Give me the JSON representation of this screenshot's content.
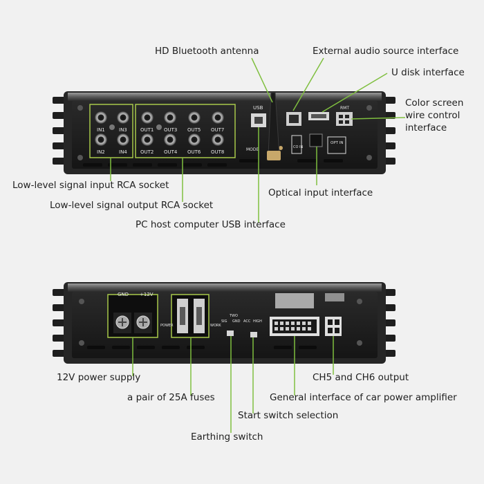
{
  "top_panel": {
    "silkscreen": {
      "in1": "IN1",
      "in2": "IN2",
      "in3": "IN3",
      "in4": "IN4",
      "out1": "OUT1",
      "out2": "OUT2",
      "out3": "OUT3",
      "out4": "OUT4",
      "out5": "OUT5",
      "out6": "OUT6",
      "out7": "OUT7",
      "out8": "OUT8",
      "usb": "USB",
      "rmt": "RMT",
      "co_in": "CO IN",
      "opt_in": "OPT IN",
      "mode": "MODE"
    }
  },
  "bottom_panel": {
    "silkscreen": {
      "gnd": "GND",
      "v12": "+12V",
      "power": "POWER",
      "work": "WORK",
      "two": "TWO",
      "sig": "SIG",
      "gnd2": "GND",
      "acc": "ACC",
      "high": "HIGH"
    }
  },
  "callouts": {
    "bluetooth": "HD Bluetooth antenna",
    "ext_audio": "External audio source interface",
    "u_disk": "U disk interface",
    "color_screen": "Color screen\nwire control\ninterface",
    "rca_in": "Low-level signal input RCA socket",
    "rca_out": "Low-level signal output RCA socket",
    "optical": "Optical input interface",
    "usb_pc": "PC host computer USB interface",
    "power_supply": "12V power supply",
    "fuses": "a pair of 25A fuses",
    "ch56": "CH5 and CH6 output",
    "amp_interface": "General interface of car power amplifier",
    "start_switch": "Start switch selection",
    "earthing": "Earthing switch"
  },
  "colors": {
    "background": "#f1f1f1",
    "chassis": "#2b2b2b",
    "panel": "#1a1a1a",
    "highlight": "#a8c94a",
    "leader": "#7fbf3f"
  }
}
